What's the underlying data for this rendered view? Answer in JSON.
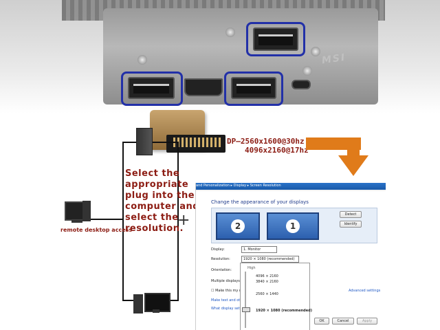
{
  "spec_line_1": "DP—2560x1600@30hz",
  "spec_line_2": "4096x2160@17hz",
  "gpu_brand_logo": "MSI",
  "instruction_text": "Select the appropriate plug into the computer and select the resolution.",
  "plus_sign": "+",
  "remote_desktop_label": "remote desktop access",
  "windows_dialog": {
    "breadcrumb": "and Personalization ▸ Display ▸ Screen Resolution",
    "heading": "Change the appearance of your displays",
    "monitor_2_number": "2",
    "monitor_1_number": "1",
    "detect_button": "Detect",
    "identify_button": "Identify",
    "display_label": "Display:",
    "display_value": "1. Monitor",
    "resolution_label": "Resolution:",
    "resolution_value": "1920 × 1080 (recommended)",
    "orientation_label": "Orientation:",
    "multiple_displays_label": "Multiple displays:",
    "make_main_label": "Make this my m",
    "make_text_link": "Make text and othe",
    "what_display_link": "What display setti",
    "advanced_settings_link": "Advanced settings",
    "ok_button": "OK",
    "cancel_button": "Cancel",
    "apply_button": "Apply",
    "dropdown": {
      "high_label": "High",
      "options": [
        "4096 × 2160",
        "3840 × 2160",
        "2560 × 1440",
        "1920 × 1080 (recommended)"
      ]
    }
  },
  "colors": {
    "accent_text": "#8c1c13",
    "highlight_box": "#2230a8",
    "arrow": "#e07b1a"
  }
}
